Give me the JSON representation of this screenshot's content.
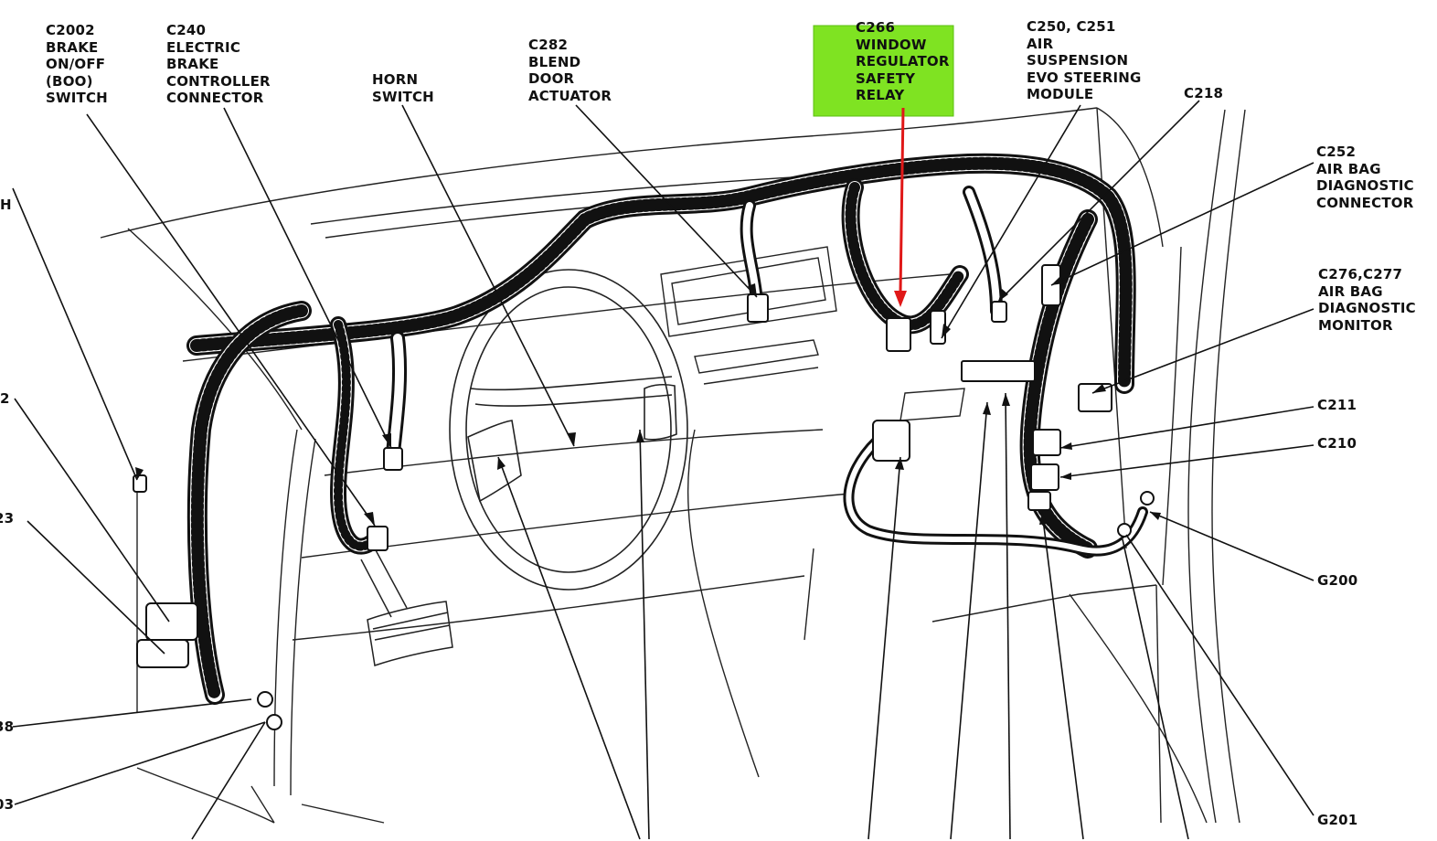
{
  "colors": {
    "ink": "#111111",
    "highlight": "#7fe322",
    "arrow": "#e01818",
    "background": "#ffffff"
  },
  "highlight": {
    "text": "C266\nWINDOW\nREGULATOR\nSAFETY\nRELAY"
  },
  "callouts": {
    "c2002": "C2002\nBRAKE\nON/OFF\n(BOO)\nSWITCH",
    "c240": "C240\nELECTRIC\nBRAKE\nCONTROLLER\nCONNECTOR",
    "horn": "HORN\nSWITCH",
    "c282": "C282\nBLEND\nDOOR\nACTUATOR",
    "c250": "C250, C251\nAIR\nSUSPENSION\nEVO STEERING\nMODULE",
    "c218": "C218",
    "c252": "C252\nAIR BAG\nDIAGNOSTIC\nCONNECTOR",
    "c276": "C276,C277\nAIR BAG\nDIAGNOSTIC\nMONITOR",
    "c211": "C211",
    "c210": "C210",
    "g200": "G200",
    "g201": "G201",
    "edge_h": "H",
    "edge_2": "2",
    "edge_23": "23",
    "edge_38": "38",
    "edge_03": "03"
  }
}
